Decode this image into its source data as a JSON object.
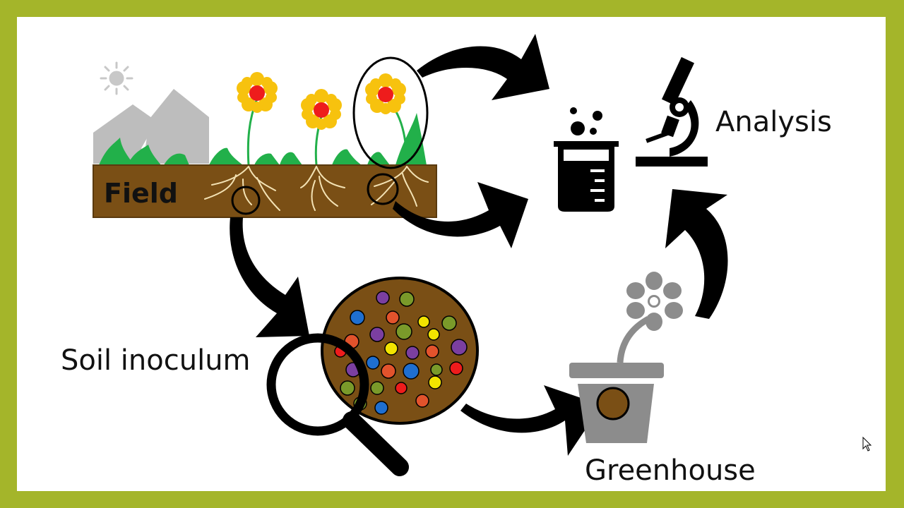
{
  "labels": {
    "field": "Field",
    "analysis": "Analysis",
    "soil_inoculum": "Soil inoculum",
    "greenhouse": "Greenhouse"
  },
  "colors": {
    "frame": "#a4b52a",
    "soil": "#7a4f15",
    "flower_petal": "#f7c20e",
    "flower_center": "#ee1c1c",
    "grass": "#22b04a",
    "mountain": "#bdbdbd",
    "pot": "#8c8c8c",
    "arrow": "#000000"
  },
  "icons": [
    "sun-icon",
    "mountain-icon",
    "flower-icon",
    "root-icon",
    "beaker-icon",
    "microscope-icon",
    "magnifier-icon",
    "potted-plant-icon",
    "cursor-icon"
  ]
}
